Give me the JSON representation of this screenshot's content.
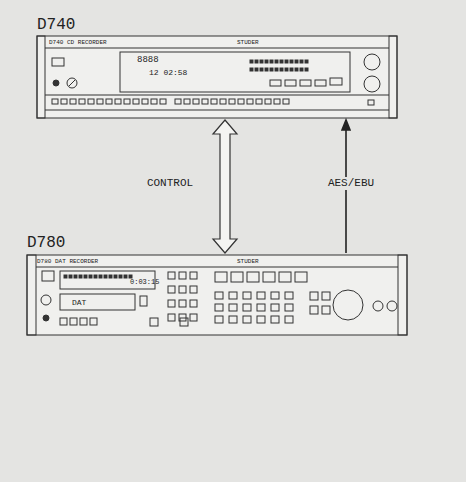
{
  "diagram": {
    "nodes": [
      {
        "text": [
          "D740",
          "D740 CD RECORDER",
          "STUDER",
          "8888",
          "12 02:58"
        ]
      },
      {
        "text": [
          "D780",
          "D780 DAT RECORDER",
          "STUDER",
          "0:03:15",
          "DAT"
        ]
      }
    ],
    "edges": [
      {
        "from": 0,
        "to": 1,
        "arrow": "both",
        "label": "CONTROL"
      },
      {
        "from": 1,
        "to": 0,
        "arrow": "to",
        "label": "AES/EBU"
      }
    ]
  }
}
